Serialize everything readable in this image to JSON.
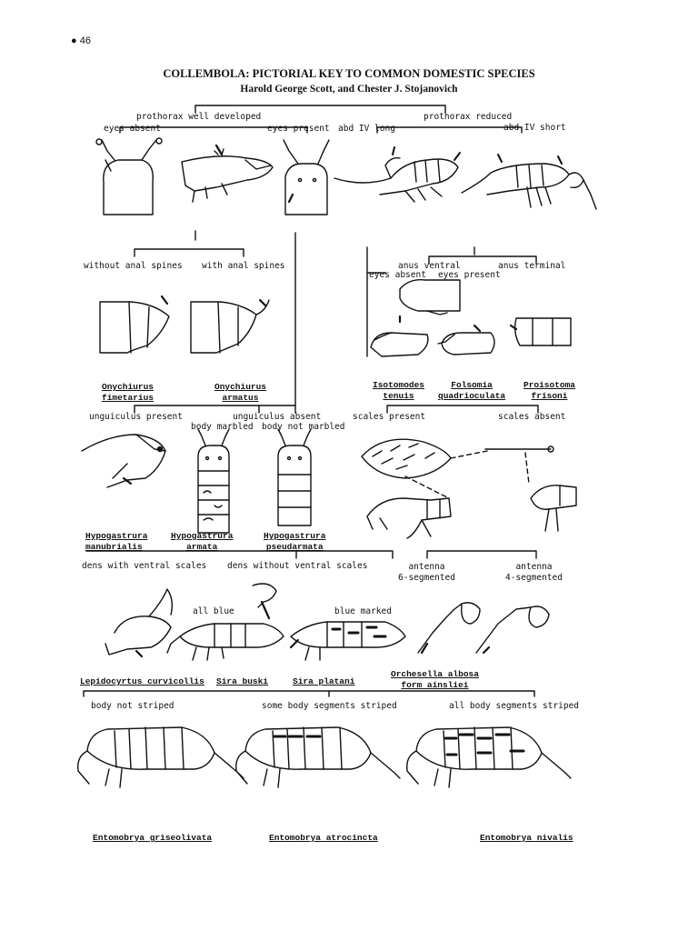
{
  "page_number": "46",
  "title": "COLLEMBOLA: PICTORIAL KEY TO COMMON DOMESTIC SPECIES",
  "authors": "Harold George Scott, and Chester J. Stojanovich",
  "row1": {
    "prothorax_well_developed": "prothorax well developed",
    "prothorax_reduced": "prothorax reduced",
    "eyes_absent": "eyes absent",
    "eyes_present": "eyes present",
    "abd_iv_long": "abd IV long",
    "abd_iv_short": "abd IV short"
  },
  "row2": {
    "without_anal_spines": "without anal spines",
    "with_anal_spines": "with anal spines",
    "anus_ventral": "anus ventral",
    "anus_terminal": "anus terminal",
    "eyes_absent": "eyes absent",
    "eyes_present": "eyes present",
    "sp_onychiurus_fimetarius": [
      "Onychiurus",
      "fimetarius"
    ],
    "sp_onychiurus_armatus": [
      "Onychiurus",
      "armatus"
    ],
    "sp_isotomodes_tenuis": [
      "Isotomodes",
      "tenuis"
    ],
    "sp_folsomia_quadrioculata": [
      "Folsomia",
      "quadrioculata"
    ],
    "sp_proisotoma_frisoni": [
      "Proisotoma",
      "frisoni"
    ]
  },
  "row3": {
    "unguiculus_present": "unguiculus present",
    "unguiculus_absent": "unguiculus absent",
    "body_marbled": "body marbled",
    "body_not_marbled": "body not marbled",
    "scales_present": "scales present",
    "scales_absent": "scales absent",
    "sp_hypogastrura_manubrialis": [
      "Hypogastrura",
      "manubrialis"
    ],
    "sp_hypogastrura_armata": [
      "Hypogastrura",
      "armata"
    ],
    "sp_hypogastrura_pseudarmata": [
      "Hypogastrura",
      "pseudarmata"
    ]
  },
  "row4": {
    "dens_with_ventral_scales": "dens with ventral scales",
    "dens_without_ventral_scales": "dens without ventral scales",
    "antenna_6": [
      "antenna",
      "6-segmented"
    ],
    "antenna_4": [
      "antenna",
      "4-segmented"
    ],
    "all_blue": "all blue",
    "blue_marked": "blue marked",
    "sp_lepidocyrtus": "Lepidocyrtus curvicollis",
    "sp_sira_buski": "Sira buski",
    "sp_sira_platani": "Sira platani",
    "sp_orchesella": [
      "Orchesella albosa",
      "form ainsliei"
    ]
  },
  "row5": {
    "body_not_striped": "body not striped",
    "some_striped": "some body segments striped",
    "all_striped": "all body segments striped",
    "sp_griseolivata": "Entomobrya griseolivata",
    "sp_atrocincta": "Entomobrya atrocincta",
    "sp_nivalis": "Entomobrya nivalis"
  }
}
